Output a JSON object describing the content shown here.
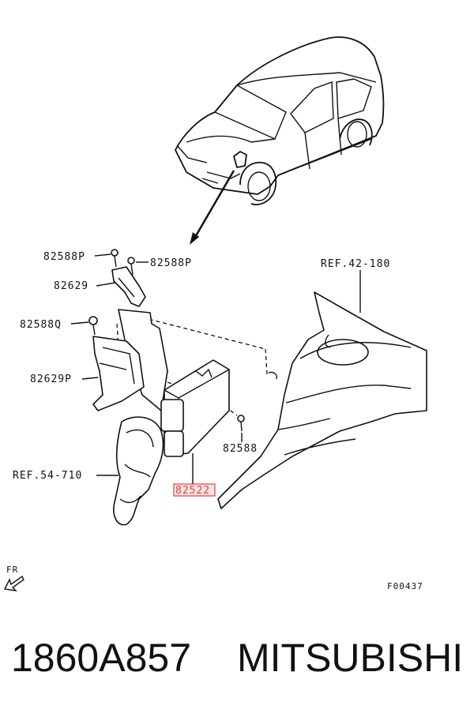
{
  "diagram": {
    "labels": {
      "bolt_top_left": "82588P",
      "bolt_top_right": "82588P",
      "bracket_upper": "82629",
      "bolt_mid": "82588Q",
      "bracket_lower": "82629P",
      "ref_right": "REF.42-180",
      "bolt_ecu": "82588",
      "ref_left": "REF.54-710",
      "ecu_unit": "82522",
      "front_indicator": "FR",
      "figure_code": "F00437"
    },
    "highlight_color": "#e04040"
  },
  "footer": {
    "part_number": "1860A857",
    "brand": "MITSUBISHI"
  }
}
